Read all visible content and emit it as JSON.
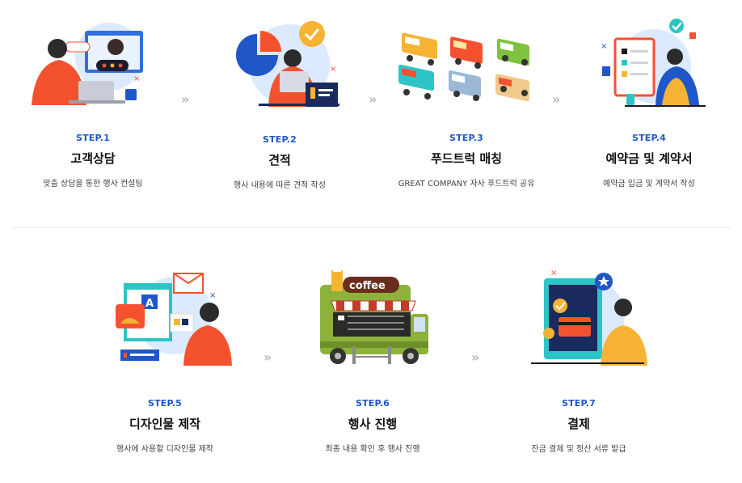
{
  "colors": {
    "step_label": "#1f57c9",
    "arrow": "#b8b8b8",
    "accent_orange": "#f4522e",
    "accent_yellow": "#f7b334",
    "accent_blue": "#1f57c9"
  },
  "arrow_glyph": "»",
  "steps": [
    {
      "label": "STEP.1",
      "title": "고객상담",
      "desc": "맞춤 상담을 통한 행사 컨설팅",
      "icon": "consultation-illustration"
    },
    {
      "label": "STEP.2",
      "title": "견적",
      "desc": "행사 내용에 따른 견적 작성",
      "icon": "estimate-illustration"
    },
    {
      "label": "STEP.3",
      "title": "푸드트럭 매칭",
      "desc": "GREAT COMPANY 자사 푸드트럭 공유",
      "icon": "food-truck-grid-illustration"
    },
    {
      "label": "STEP.4",
      "title": "예약금 및 계약서",
      "desc": "예약금 입금 및 계약서 작성",
      "icon": "checklist-illustration"
    },
    {
      "label": "STEP.5",
      "title": "디자인물 제작",
      "desc": "행사에 사용할 디자인물 제작",
      "icon": "design-illustration"
    },
    {
      "label": "STEP.6",
      "title": "행사 진행",
      "desc": "최종 내용 확인 후 행사 진행",
      "icon": "coffee-truck-illustration",
      "truck_sign": "coffee"
    },
    {
      "label": "STEP.7",
      "title": "결제",
      "desc": "잔금 결제 및 정산 서류 발급",
      "icon": "payment-illustration"
    }
  ]
}
